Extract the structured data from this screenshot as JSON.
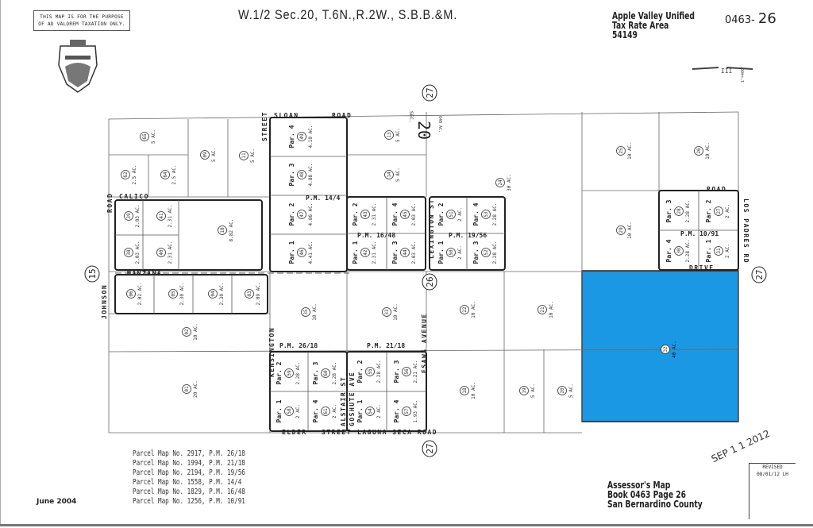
{
  "header": {
    "disclaimer": [
      "THIS MAP IS FOR THE PURPOSE",
      "OF AD VALOREM TAXATION ONLY."
    ],
    "title": "W.1/2 Sec.20, T.6N.,R.2W., S.B.B.&M.",
    "tax_area": [
      "Apple Valley Unified",
      "Tax Rate Area",
      "54149"
    ],
    "book_prefix": "0463-",
    "page": "26",
    "scale": "1\"=400'",
    "seal": "San Bernardino County seal"
  },
  "section": {
    "label": "SEC.",
    "number": "20",
    "acres": "640 AC."
  },
  "circled_refs": [
    "15",
    "27",
    "26",
    "27",
    "27"
  ],
  "highlight_color": "#1b98e3",
  "parcels": [
    {
      "id": "65",
      "ac": "5 AC."
    },
    {
      "id": "62",
      "ac": "2.5 AC."
    },
    {
      "id": "64",
      "ac": "2.5 AC."
    },
    {
      "id": "09",
      "ac": "5 AC."
    },
    {
      "id": "11",
      "ac": "5 AC."
    },
    {
      "id": "49",
      "ac": "4.10 AC.",
      "par": "Par. 4"
    },
    {
      "id": "48",
      "ac": "4.88 AC.",
      "par": "Par. 3"
    },
    {
      "id": "47",
      "ac": "4.86 AC.",
      "par": "Par. 2"
    },
    {
      "id": "46",
      "ac": "4.41 AC.",
      "par": "Par. 1"
    },
    {
      "id": "13",
      "ac": "5 AC."
    },
    {
      "id": "14",
      "ac": "5 AC."
    },
    {
      "id": "24",
      "ac": "30 AC."
    },
    {
      "id": "43",
      "ac": "2.31 AC.",
      "par": "Par. 2"
    },
    {
      "id": "45",
      "ac": "2.03 AC.",
      "par": "Par. 4"
    },
    {
      "id": "42",
      "ac": "2.31 AC.",
      "par": "Par. 1"
    },
    {
      "id": "44",
      "ac": "2.03 AC.",
      "par": "Par. 3"
    },
    {
      "id": "51",
      "ac": "2 AC.",
      "par": "Par. 2"
    },
    {
      "id": "53",
      "ac": "2.28 AC.",
      "par": "Par. 4"
    },
    {
      "id": "50",
      "ac": "2 AC.",
      "par": "Par. 1"
    },
    {
      "id": "52",
      "ac": "2.28 AC.",
      "par": "Par. 3"
    },
    {
      "id": "25",
      "ac": "10 AC."
    },
    {
      "id": "26",
      "ac": "10 AC."
    },
    {
      "id": "29",
      "ac": "10 AC."
    },
    {
      "id": "28",
      "ac": "2.28 AC.",
      "par": "Par. 3"
    },
    {
      "id": "27",
      "ac": "2 AC.",
      "par": "Par. 2"
    },
    {
      "id": "30",
      "ac": "2.28 AC.",
      "par": "Par. 4"
    },
    {
      "id": "31",
      "ac": "2 AC.",
      "par": "Par. 1"
    },
    {
      "id": "39",
      "ac": "2.03 AC."
    },
    {
      "id": "41",
      "ac": "2.31 AC."
    },
    {
      "id": "10",
      "ac": "8.82 AC."
    },
    {
      "id": "38",
      "ac": "2.03 AC."
    },
    {
      "id": "40",
      "ac": "2.31 AC."
    },
    {
      "id": "06",
      "ac": "2.02 AC."
    },
    {
      "id": "05",
      "ac": "2.30 AC."
    },
    {
      "id": "04",
      "ac": "2.30 AC."
    },
    {
      "id": "03",
      "ac": "2.09 AC."
    },
    {
      "id": "02",
      "ac": "10 AC."
    },
    {
      "id": "01",
      "ac": "20 AC."
    },
    {
      "id": "35",
      "ac": "10 AC."
    },
    {
      "id": "59",
      "ac": "2.28 AC.",
      "par": "Par. 2"
    },
    {
      "id": "60",
      "ac": "2.28 AC.",
      "par": "Par. 3"
    },
    {
      "id": "58",
      "ac": "2 AC.",
      "par": "Par. 1"
    },
    {
      "id": "61",
      "ac": "2 AC.",
      "par": "Par. 4"
    },
    {
      "id": "33",
      "ac": "10 AC."
    },
    {
      "id": "55",
      "ac": "2.28 AC.",
      "par": "Par. 2"
    },
    {
      "id": "56",
      "ac": "2.21 AC.",
      "par": "Par. 3"
    },
    {
      "id": "54",
      "ac": "2 AC.",
      "par": "Par. 1"
    },
    {
      "id": "57",
      "ac": "1.93 AC.",
      "par": "Par. 4"
    },
    {
      "id": "22",
      "ac": "10 AC."
    },
    {
      "id": "21",
      "ac": "10 AC."
    },
    {
      "id": "18",
      "ac": "10 AC."
    },
    {
      "id": "19",
      "ac": "5 AC."
    },
    {
      "id": "20",
      "ac": "5 AC."
    },
    {
      "id": "32",
      "ac": "40 AC.",
      "highlighted": true
    }
  ],
  "roads": [
    "SLOAN",
    "ROAD",
    "STREET",
    "CALICO",
    "ROAD",
    "JOHNSON",
    "MANZANA",
    "LEXINGTON ST",
    "KENSINGTON",
    "ALSTAIR ST",
    "ELDER",
    "STREET",
    "GOSHUTE AVE",
    "LAGUNA SECA ROAD",
    "ESAWS AVENUE",
    "ROAD",
    "LOS PADRES RD",
    "DRIVE"
  ],
  "parcel_map_refs": [
    "P.M. 14/4",
    "P.M. 16/48",
    "P.M. 19/56",
    "P.M. 10/91",
    "P.M. 26/18",
    "P.M. 21/18"
  ],
  "footer": {
    "parcel_maps": [
      "Parcel Map No. 2917, P.M. 26/18",
      "Parcel Map No. 1994, P.M. 21/18",
      "Parcel Map No. 2194, P.M. 19/56",
      "Parcel Map No. 1558, P.M. 14/4",
      "Parcel Map No. 1829, P.M. 16/48",
      "Parcel Map No. 1256, P.M. 10/91"
    ],
    "date": "June 2004",
    "stamp": "SEP 1 1 2012",
    "assessor": [
      "Assessor's Map",
      "Book 0463 Page 26",
      "San Bernardino County"
    ],
    "revised": [
      "REVISED",
      "08/01/12 LH"
    ]
  }
}
